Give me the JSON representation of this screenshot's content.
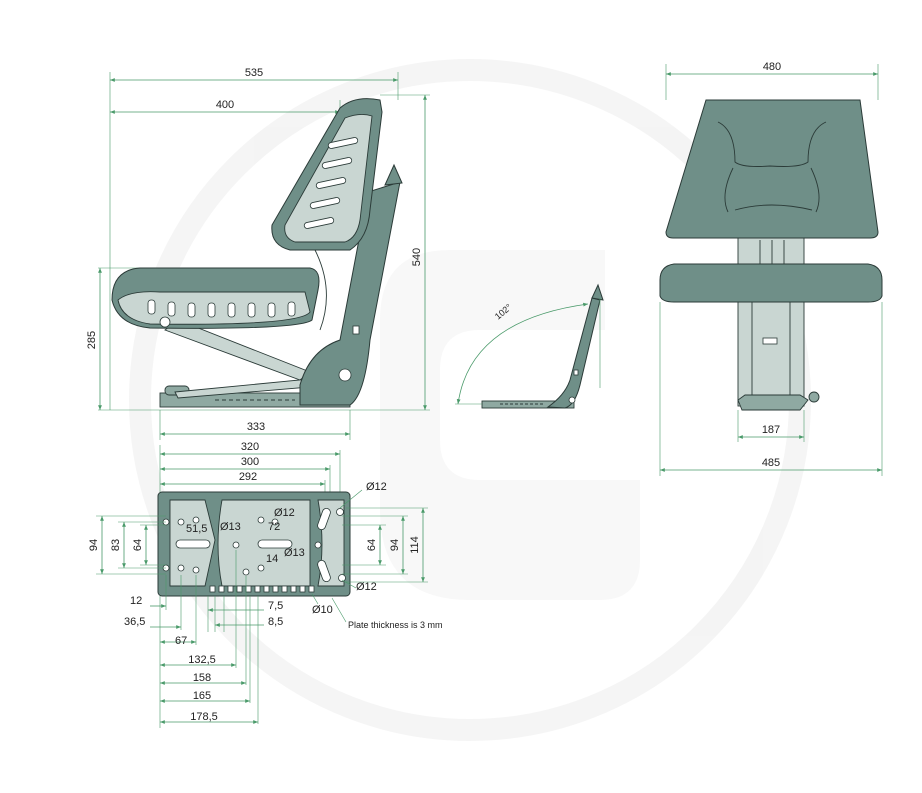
{
  "side_view": {
    "dim_total_length": "535",
    "dim_backrest_length": "400",
    "dim_seat_height": "285",
    "dim_total_height": "540",
    "dim_base_length": "333"
  },
  "recline_view": {
    "angle": "102°"
  },
  "front_view": {
    "dim_backrest_width": "480",
    "dim_base_width": "187",
    "dim_total_width": "485"
  },
  "plate_view": {
    "widths": [
      "320",
      "300",
      "292"
    ],
    "dia_12_top_right": "Ø12",
    "dia_13_a": "Ø13",
    "dia_12_center": "Ø12",
    "dim_51_5": "51,5",
    "dim_72": "72",
    "dia_13_b": "Ø13",
    "dim_14": "14",
    "dia_12_bottom_right": "Ø12",
    "dia_10": "Ø10",
    "left_heights": [
      "94",
      "83",
      "64"
    ],
    "right_heights": [
      "64",
      "94",
      "114"
    ],
    "dim_12": "12",
    "dim_36_5": "36,5",
    "dim_7_5": "7,5",
    "dim_8_5": "8,5",
    "dim_67": "67",
    "bottom_lengths": [
      "132,5",
      "158",
      "165",
      "178,5"
    ],
    "note": "Plate thickness is 3 mm"
  },
  "colors": {
    "seat_body": "#6f8f88",
    "dimension_line": "#4a9a6a",
    "watermark": "#eeeeee"
  }
}
